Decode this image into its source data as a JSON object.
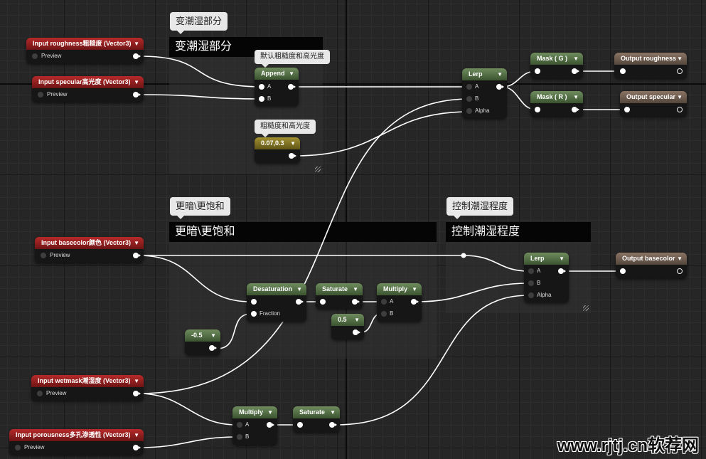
{
  "comments": {
    "wet": {
      "bubble": "变潮湿部分",
      "title": "变潮湿部分"
    },
    "dark": {
      "bubble": "更暗\\更饱和",
      "title": "更暗\\更饱和"
    },
    "ctrl": {
      "bubble": "控制潮湿程度",
      "title": "控制潮湿程度"
    }
  },
  "node_bubbles": {
    "append": "默认粗糙度和高光度",
    "const": "粗糙度和高光度"
  },
  "nodes": {
    "in_roughness": {
      "title": "Input roughness粗糙度 (Vector3)",
      "pin": "Preview"
    },
    "in_specular": {
      "title": "Input specular高光度 (Vector3)",
      "pin": "Preview"
    },
    "in_basecolor": {
      "title": "Input basecolor颜色 (Vector3)",
      "pin": "Preview"
    },
    "in_wetmask": {
      "title": "Input wetmask潮湿度 (Vector3)",
      "pin": "Preview"
    },
    "in_porousness": {
      "title": "Input porousness多孔渗透性 (Vector3)",
      "pin": "Preview"
    },
    "append": {
      "title": "Append",
      "a": "A",
      "b": "B"
    },
    "const_rs": {
      "title": "0.07,0.3"
    },
    "lerp_top": {
      "title": "Lerp",
      "a": "A",
      "b": "B",
      "alpha": "Alpha"
    },
    "mask_g": {
      "title": "Mask ( G )"
    },
    "mask_r": {
      "title": "Mask ( R )"
    },
    "out_roughness": {
      "title": "Output roughness"
    },
    "out_specular": {
      "title": "Output specular"
    },
    "desat": {
      "title": "Desaturation",
      "fraction": "Fraction"
    },
    "sat_mid": {
      "title": "Saturate"
    },
    "mult_mid": {
      "title": "Multiply",
      "a": "A",
      "b": "B"
    },
    "const_05": {
      "title": "0.5"
    },
    "const_n05": {
      "title": "-0.5"
    },
    "lerp_bot": {
      "title": "Lerp",
      "a": "A",
      "b": "B",
      "alpha": "Alpha"
    },
    "out_basecolor": {
      "title": "Output basecolor"
    },
    "mult_bot": {
      "title": "Multiply",
      "a": "A",
      "b": "B"
    },
    "sat_bot": {
      "title": "Saturate"
    }
  },
  "colors": {
    "input": "#8f1e1e",
    "function": "#546f47",
    "constant": "#8a7a25",
    "output": "#6e5d52",
    "wire": "#ffffff"
  },
  "watermark": "www.rjtj.cn软荐网"
}
